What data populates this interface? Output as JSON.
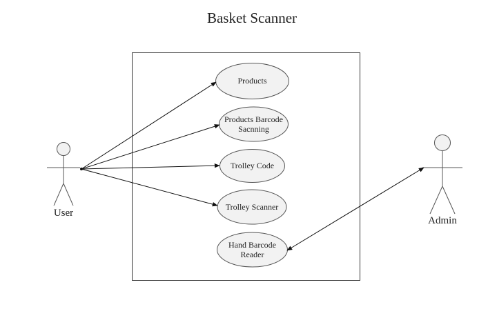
{
  "diagram": {
    "title": "Basket Scanner",
    "colors": {
      "stroke": "#333333",
      "ellipse_fill": "#f2f2f2",
      "text": "#222222",
      "background": "#ffffff"
    },
    "actors": [
      {
        "id": "user",
        "label": "User"
      },
      {
        "id": "admin",
        "label": "Admin"
      }
    ],
    "use_cases": [
      {
        "id": "products",
        "lines": [
          "Products"
        ]
      },
      {
        "id": "products-barcode-scanning",
        "lines": [
          "Products Barcode",
          "Sacnning"
        ]
      },
      {
        "id": "trolley-code",
        "lines": [
          "Trolley Code"
        ]
      },
      {
        "id": "trolley-scanner",
        "lines": [
          "Trolley Scanner"
        ]
      },
      {
        "id": "hand-barcode-reader",
        "lines": [
          "Hand Barcode",
          "Reader"
        ]
      }
    ],
    "associations": [
      {
        "from": "user",
        "to": "products",
        "arrows": "end"
      },
      {
        "from": "user",
        "to": "products-barcode-scanning",
        "arrows": "end"
      },
      {
        "from": "user",
        "to": "trolley-code",
        "arrows": "end"
      },
      {
        "from": "user",
        "to": "trolley-scanner",
        "arrows": "end"
      },
      {
        "from": "admin",
        "to": "hand-barcode-reader",
        "arrows": "both"
      }
    ]
  }
}
